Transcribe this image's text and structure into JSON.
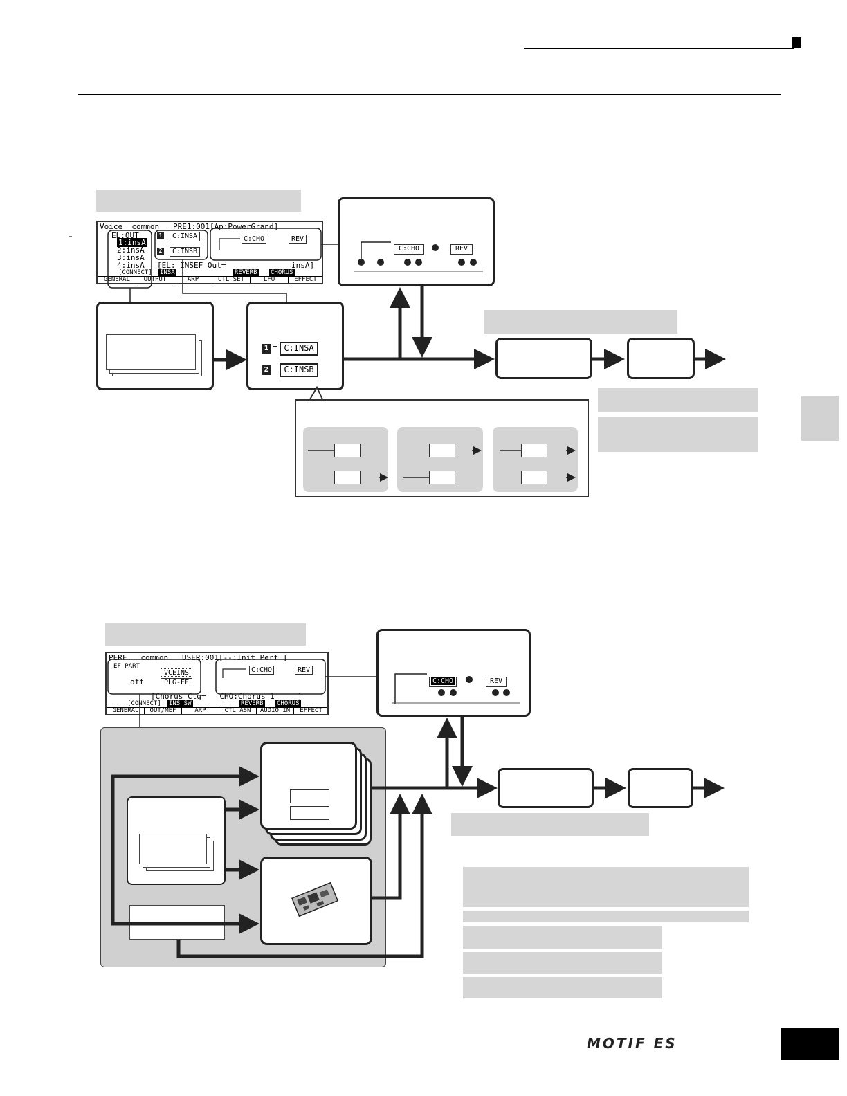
{
  "lcd1": {
    "line_top": "Voice  common   PRE1:001[Ap:PowerGrand]",
    "el_out": "EL:OUT",
    "rows": [
      "1:insA",
      "2:insA",
      "3:insA",
      "4:insA"
    ],
    "connect": "[CONNECT]",
    "insef_out": "[EL: INSEF Out=",
    "insef_val": "insA]",
    "insa_block": "C:INSA",
    "insb_block": "C:INSB",
    "cho_block": "C:CHO",
    "rev_block": "REV",
    "soft_buttons": [
      "INSA",
      "REVERB",
      "CHORUS"
    ],
    "tabs": [
      "GENERAL",
      "OUTPUT",
      "ARP",
      "CTL SET",
      "LFO",
      "EFFECT"
    ]
  },
  "zoom1": {
    "cho": "C:CHO",
    "rev": "REV"
  },
  "insertion_detail": {
    "a": "C:INSA",
    "b": "C:INSB",
    "m1": "1",
    "m2": "2"
  },
  "lcd2": {
    "line_top": "PERF   common   USER:001[--:Init Perf ]",
    "ef_part": "EF PART",
    "off": "off",
    "vceins": "VCEINS",
    "plgef": "PLG-EF",
    "chorus_line": "[Chorus Ctg=   CHO:Chorus 1     ]",
    "connect": "[CONNECT]",
    "cho_block": "C:CHO",
    "rev_block": "REV",
    "soft_buttons": [
      "INS SW",
      "REVERB",
      "CHORUS"
    ],
    "tabs": [
      "GENERAL",
      "OUT/MEF",
      "ARP",
      "CTL ASN",
      "AUDIO IN",
      "EFFECT"
    ]
  },
  "zoom2": {
    "cho": "C:CHO",
    "rev": "REV"
  },
  "logo": "MOTIF ES",
  "colors": {
    "label_gray": "#d6d6d6",
    "panel_gray": "#d0d0d0",
    "line": "#222222"
  }
}
